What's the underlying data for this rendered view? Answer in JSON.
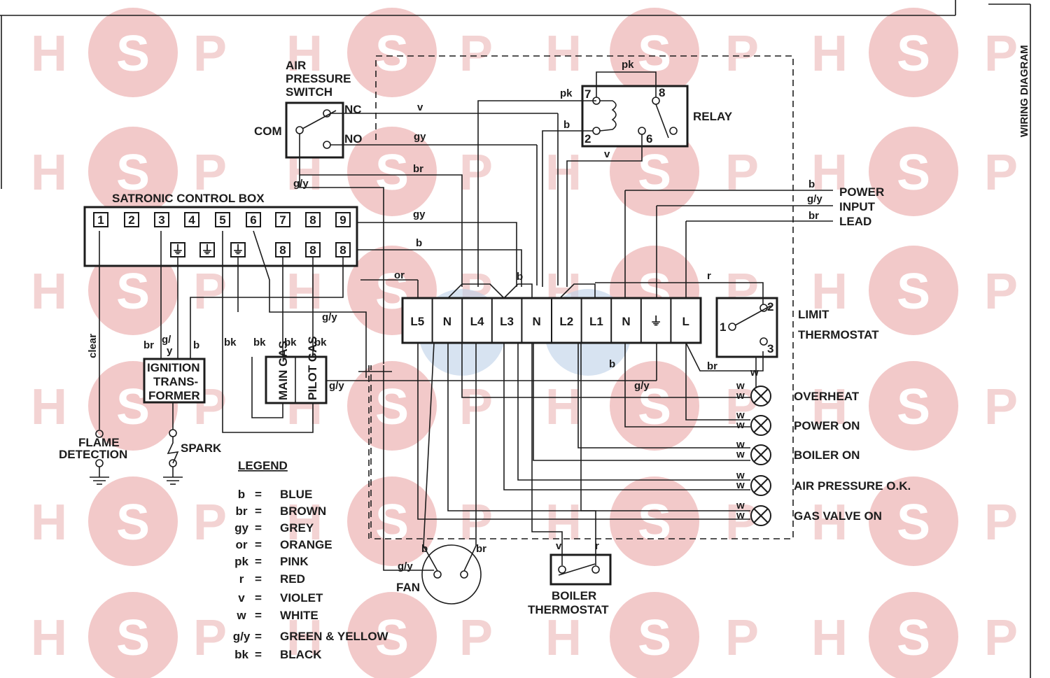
{
  "watermark": {
    "letters": [
      "H",
      "S",
      "P"
    ],
    "circle_color": "#f2c9c9",
    "highlight_color": "#bcd0e8"
  },
  "side_title": "WIRING DIAGRAM",
  "air_switch": {
    "title": [
      "AIR",
      "PRESSURE",
      "SWITCH"
    ],
    "com": "COM",
    "nc": "NC",
    "no": "NO"
  },
  "relay": {
    "label": "RELAY",
    "t7": "7",
    "t8": "8",
    "t2": "2",
    "t6": "6"
  },
  "control_box": {
    "title": "SATRONIC CONTROL BOX",
    "terminals": [
      "1",
      "2",
      "3",
      "4",
      "5",
      "6",
      "7",
      "8",
      "9"
    ],
    "earth_symbol": "⏚",
    "lower": [
      "8",
      "8",
      "8"
    ]
  },
  "terminal_strip": [
    "L5",
    "N",
    "L4",
    "L3",
    "N",
    "L2",
    "L1",
    "N",
    "⏚",
    "L"
  ],
  "power": {
    "lines": [
      "POWER",
      "INPUT",
      "LEAD"
    ],
    "wires": [
      "b",
      "g/y",
      "br"
    ]
  },
  "limit": {
    "lines": [
      "LIMIT",
      "THERMOSTAT"
    ],
    "t1": "1",
    "t2": "2",
    "t3": "3"
  },
  "lamps": [
    "OVERHEAT",
    "POWER  ON",
    "BOILER ON",
    "AIR  PRESSURE O.K.",
    "GAS  VALVE  ON"
  ],
  "ignition": [
    "IGNITION",
    "TRANS-",
    "FORMER"
  ],
  "gas_valve": {
    "main": "MAIN GAS",
    "pilot": "PILOT GAS"
  },
  "flame": [
    "FLAME",
    "DETECTION"
  ],
  "spark": "SPARK",
  "fan": "FAN",
  "boiler_thermostat": [
    "BOILER",
    "THERMOSTAT"
  ],
  "wire_labels": {
    "v": "v",
    "gy": "gy",
    "br": "br",
    "b": "b",
    "pk": "pk",
    "or": "or",
    "gyel": "g/y",
    "r": "r",
    "w": "w",
    "bk": "bk",
    "clear": "clear",
    "g": "g/",
    "y": "y"
  },
  "legend": {
    "title": "LEGEND",
    "eq": "=",
    "items": [
      {
        "code": "b",
        "name": "BLUE"
      },
      {
        "code": "br",
        "name": "BROWN"
      },
      {
        "code": "gy",
        "name": "GREY"
      },
      {
        "code": "or",
        "name": "ORANGE"
      },
      {
        "code": "pk",
        "name": "PINK"
      },
      {
        "code": "r",
        "name": "RED"
      },
      {
        "code": "v",
        "name": "VIOLET"
      },
      {
        "code": "w",
        "name": "WHITE"
      },
      {
        "code": "g/y",
        "name": "GREEN & YELLOW"
      },
      {
        "code": "bk",
        "name": "BLACK"
      }
    ]
  }
}
